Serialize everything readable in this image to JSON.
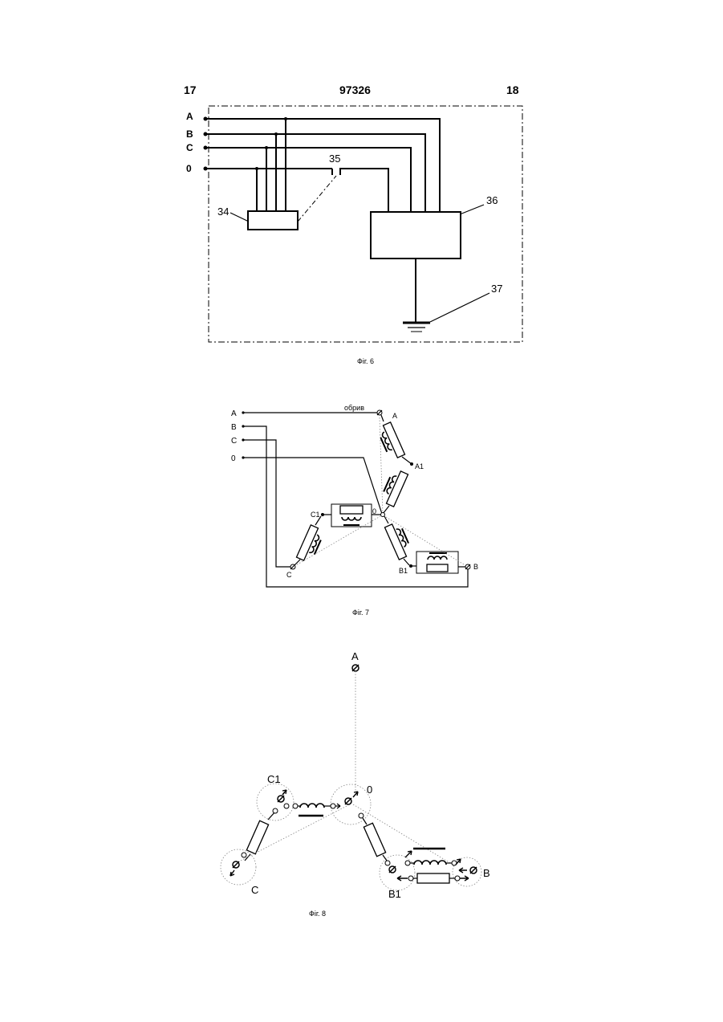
{
  "header": {
    "left_page": "17",
    "patent_no": "97326",
    "right_page": "18"
  },
  "fig6": {
    "caption": "Фіг. 6",
    "phases": [
      "A",
      "B",
      "C",
      "0"
    ],
    "refs": {
      "unit_34": "34",
      "switch_35": "35",
      "unit_36": "36",
      "ground_37": "37"
    }
  },
  "fig7": {
    "caption": "Фіг. 7",
    "phases": [
      "A",
      "B",
      "C",
      "0"
    ],
    "break_label": "обрив",
    "nodes": {
      "A": "A",
      "A1": "A1",
      "zero": "0",
      "B1": "B1",
      "B": "B",
      "C1": "C1",
      "C": "C"
    }
  },
  "fig8": {
    "caption": "Фіг. 8",
    "nodes": {
      "A": "A",
      "zero": "0",
      "C1": "C1",
      "C": "C",
      "B1": "B1",
      "B": "B"
    }
  }
}
